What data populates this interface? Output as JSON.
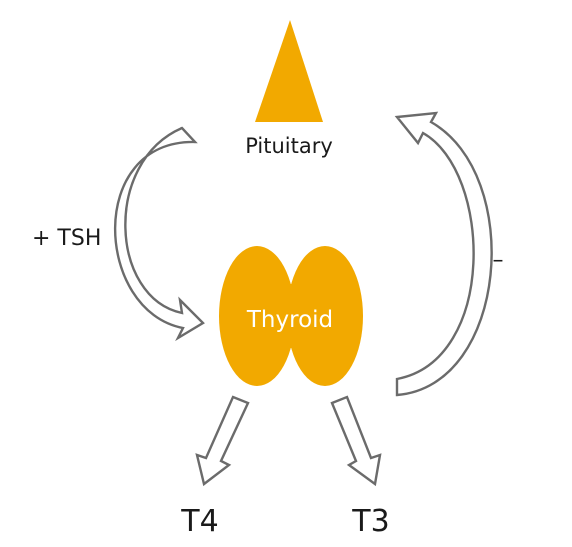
{
  "nodes": {
    "pituitary_label": "Pituitary",
    "thyroid_label": "Thyroid"
  },
  "signals": {
    "stimulate_label": "+ TSH",
    "inhibit_label": "–"
  },
  "outputs": {
    "t4_label": "T4",
    "t3_label": "T3"
  },
  "colors": {
    "gland_fill": "#F2A900",
    "arrow_stroke": "#6b6b6b",
    "text": "#1a1a1a"
  }
}
